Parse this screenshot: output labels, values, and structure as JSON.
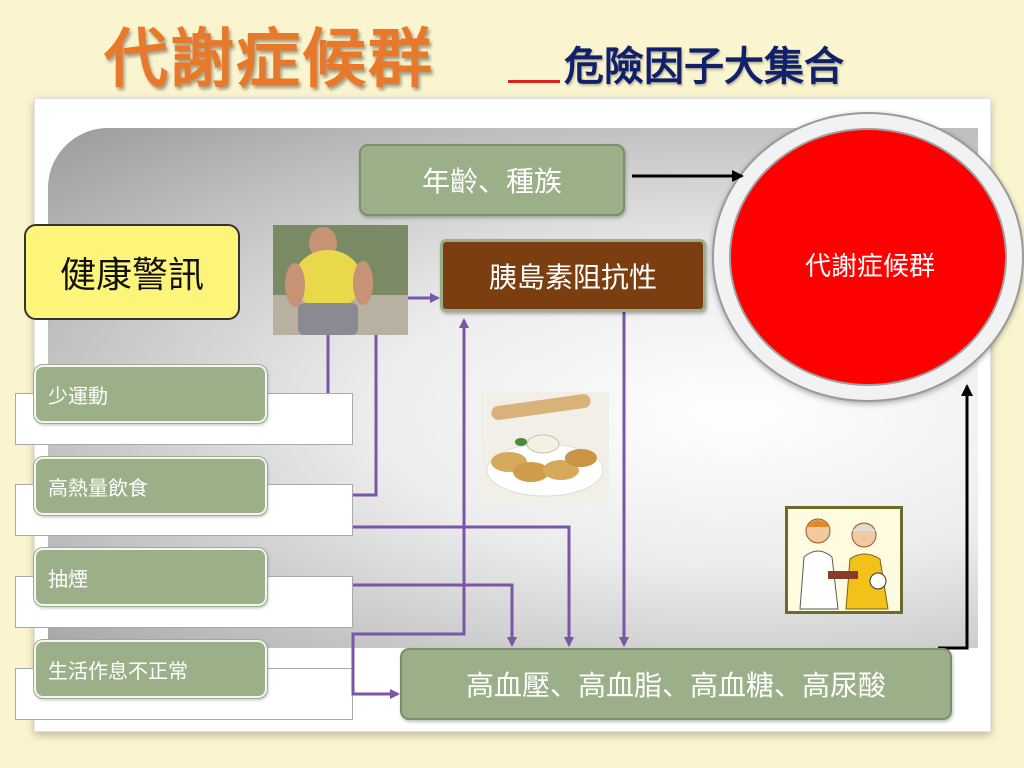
{
  "title": {
    "main": "代謝症候群",
    "sub": "危險因子大集合"
  },
  "nodes": {
    "age_race": "年齡、種族",
    "insulin_resistance": "胰島素阻抗性",
    "metabolic_syndrome": "代謝症候群",
    "health_warning": "健康警訊",
    "outcomes": "高血壓、高血脂、高血糖、高尿酸"
  },
  "risk_factors": [
    "少運動",
    "高熱量飲食",
    "抽煙",
    "生活作息不正常"
  ],
  "images": [
    "overweight-person-photo",
    "fried-dumplings-photo",
    "blood-pressure-nurse-clipart"
  ],
  "colors": {
    "title_orange": "#e8782a",
    "title_navy": "#10206a",
    "green_box": "#9bb088",
    "brown_box": "#7a3e10",
    "red_circle": "#ff0000",
    "arrow_purple": "#7a55a8",
    "warning_yellow": "#fdf57a"
  }
}
